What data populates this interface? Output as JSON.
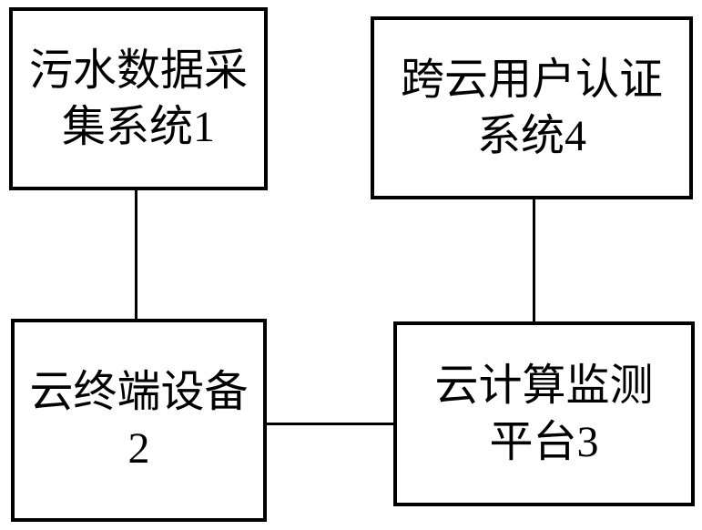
{
  "boxes": {
    "sewage": {
      "lines": [
        "污水数据采",
        "集系统1"
      ]
    },
    "auth": {
      "lines": [
        "跨云用户认证",
        "系统4"
      ]
    },
    "terminal": {
      "lines": [
        "云终端设备",
        "2"
      ]
    },
    "platform": {
      "lines": [
        "云计算监测",
        "平台3"
      ]
    }
  },
  "colors": {
    "stroke": "#000000",
    "background": "#ffffff"
  }
}
